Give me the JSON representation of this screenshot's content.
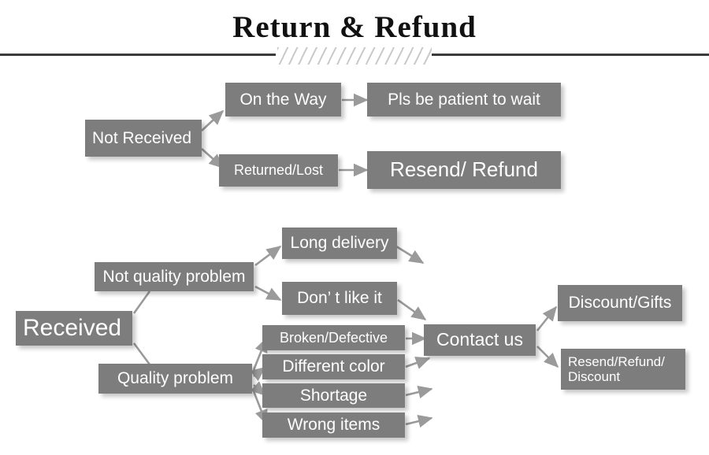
{
  "header": {
    "title": "Return & Refund",
    "divider_icon": "diagonal-hatch-divider"
  },
  "diagram": {
    "type": "flowchart",
    "branches": [
      {
        "root": "Not Received",
        "paths": [
          {
            "condition": "On the Way",
            "outcome": "Pls be patient to wait"
          },
          {
            "condition": "Returned/Lost",
            "outcome": "Resend/ Refund"
          }
        ]
      },
      {
        "root": "Received",
        "paths": [
          {
            "condition": "Not quality problem",
            "reasons": [
              "Long delivery",
              "Don’ t like it"
            ],
            "outcome": "Contact us"
          },
          {
            "condition": "Quality problem",
            "reasons": [
              "Broken/Defective",
              "Different color",
              "Shortage",
              "Wrong items"
            ],
            "outcome": "Contact us"
          }
        ],
        "resolutions": [
          "Discount/Gifts",
          "Resend/Refund/\nDiscount"
        ]
      }
    ],
    "nodes": {
      "not_received": "Not Received",
      "on_the_way": "On the Way",
      "pls_be_patient": "Pls be patient to wait",
      "returned_lost": "Returned/Lost",
      "resend_refund": "Resend/ Refund",
      "received": "Received",
      "not_quality_problem": "Not quality problem",
      "quality_problem": "Quality problem",
      "long_delivery": "Long delivery",
      "dont_like_it": "Don’ t like it",
      "broken_defective": "Broken/Defective",
      "different_color": "Different color",
      "shortage": "Shortage",
      "wrong_items": "Wrong items",
      "contact_us": "Contact us",
      "discount_gifts": "Discount/Gifts",
      "resend_refund_discount": "Resend/Refund/\nDiscount"
    }
  },
  "colors": {
    "box_fill": "#7d7d7d",
    "box_text": "#ffffff",
    "connector": "#9a9a9a",
    "rule": "#3b3b3b",
    "hatch": "#c9c9c9",
    "title": "#111111",
    "background": "#ffffff"
  }
}
